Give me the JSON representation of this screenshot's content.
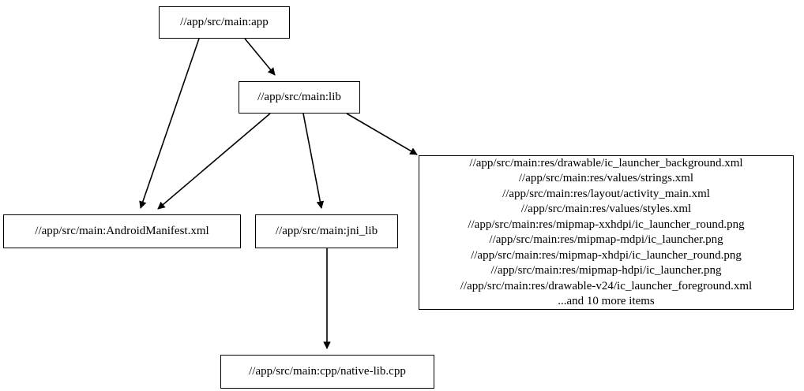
{
  "graph": {
    "type": "directed-dependency-graph",
    "background_color": "#ffffff",
    "node_border_color": "#000000",
    "edge_color": "#000000",
    "nodes": [
      {
        "id": "app",
        "label": "//app/src/main:app"
      },
      {
        "id": "lib",
        "label": "//app/src/main:lib"
      },
      {
        "id": "manifest",
        "label": "//app/src/main:AndroidManifest.xml"
      },
      {
        "id": "jni",
        "label": "//app/src/main:jni_lib"
      },
      {
        "id": "native",
        "label": "//app/src/main:cpp/native-lib.cpp"
      },
      {
        "id": "res",
        "lines": [
          "//app/src/main:res/drawable/ic_launcher_background.xml",
          "//app/src/main:res/values/strings.xml",
          "//app/src/main:res/layout/activity_main.xml",
          "//app/src/main:res/values/styles.xml",
          "//app/src/main:res/mipmap-xxhdpi/ic_launcher_round.png",
          "//app/src/main:res/mipmap-mdpi/ic_launcher.png",
          "//app/src/main:res/mipmap-xhdpi/ic_launcher_round.png",
          "//app/src/main:res/mipmap-hdpi/ic_launcher.png",
          "//app/src/main:res/drawable-v24/ic_launcher_foreground.xml",
          "...and 10 more items"
        ]
      }
    ],
    "edges": [
      {
        "from": "app",
        "to": "manifest"
      },
      {
        "from": "app",
        "to": "lib"
      },
      {
        "from": "lib",
        "to": "manifest"
      },
      {
        "from": "lib",
        "to": "jni"
      },
      {
        "from": "lib",
        "to": "res"
      },
      {
        "from": "jni",
        "to": "native"
      }
    ]
  }
}
